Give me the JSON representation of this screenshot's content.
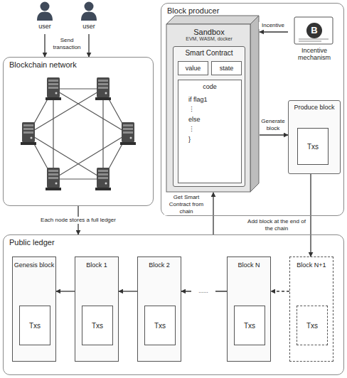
{
  "diagram": {
    "nodes": [
      {
        "text": [
          "user"
        ]
      },
      {
        "text": [
          "user"
        ]
      },
      {
        "text": [
          "Blockchain network"
        ]
      },
      {
        "text": [
          "Block producer"
        ]
      },
      {
        "text": [
          "Sandbox",
          "EVM, WASM, docker"
        ],
        "in": 3
      },
      {
        "text": [
          "Smart Contract"
        ],
        "in": 4
      },
      {
        "text": [
          "value"
        ],
        "in": 5
      },
      {
        "text": [
          "state"
        ],
        "in": 5
      },
      {
        "text": [
          "code",
          "if flag1",
          "⋮",
          "else",
          "⋮",
          "}"
        ],
        "in": 5
      },
      {
        "text": [
          "B",
          "Incentive mechanism"
        ],
        "in": 3
      },
      {
        "text": [
          "Produce block"
        ],
        "in": 3
      },
      {
        "text": [
          "Txs"
        ],
        "in": 10
      },
      {
        "text": [
          "Public ledger"
        ]
      },
      {
        "text": [
          "Genesis block"
        ],
        "in": 12
      },
      {
        "text": [
          "Txs"
        ],
        "in": 13
      },
      {
        "text": [
          "Block 1"
        ],
        "in": 12
      },
      {
        "text": [
          "Txs"
        ],
        "in": 15
      },
      {
        "text": [
          "Block 2"
        ],
        "in": 12
      },
      {
        "text": [
          "Txs"
        ],
        "in": 17
      },
      {
        "text": [
          "Block N"
        ],
        "in": 12
      },
      {
        "text": [
          "Txs"
        ],
        "in": 19
      },
      {
        "text": [
          "Block N+1"
        ],
        "in": 12
      },
      {
        "text": [
          "Txs"
        ],
        "in": 21
      }
    ],
    "edges": [
      {
        "from": 0,
        "to": 2,
        "arrow": "to",
        "label": "Send transaction"
      },
      {
        "from": 1,
        "to": 2,
        "arrow": "to"
      },
      {
        "from": 2,
        "to": 12,
        "arrow": "to",
        "label": "Each node stores a full ledger"
      },
      {
        "from": 9,
        "to": 4,
        "arrow": "to",
        "label": "Incentive"
      },
      {
        "from": 4,
        "to": 10,
        "arrow": "to",
        "label": "Generate block"
      },
      {
        "from": 12,
        "to": 4,
        "arrow": "to",
        "label": "Get Smart Contract from chain"
      },
      {
        "from": 10,
        "to": 21,
        "arrow": "to",
        "label": "Add block at the end of the chain"
      },
      {
        "from": 15,
        "to": 13,
        "arrow": "to"
      },
      {
        "from": 17,
        "to": 15,
        "arrow": "to"
      },
      {
        "from": 19,
        "to": 17,
        "arrow": "to",
        "label": "......"
      },
      {
        "from": 21,
        "to": 19,
        "arrow": "to"
      }
    ]
  }
}
